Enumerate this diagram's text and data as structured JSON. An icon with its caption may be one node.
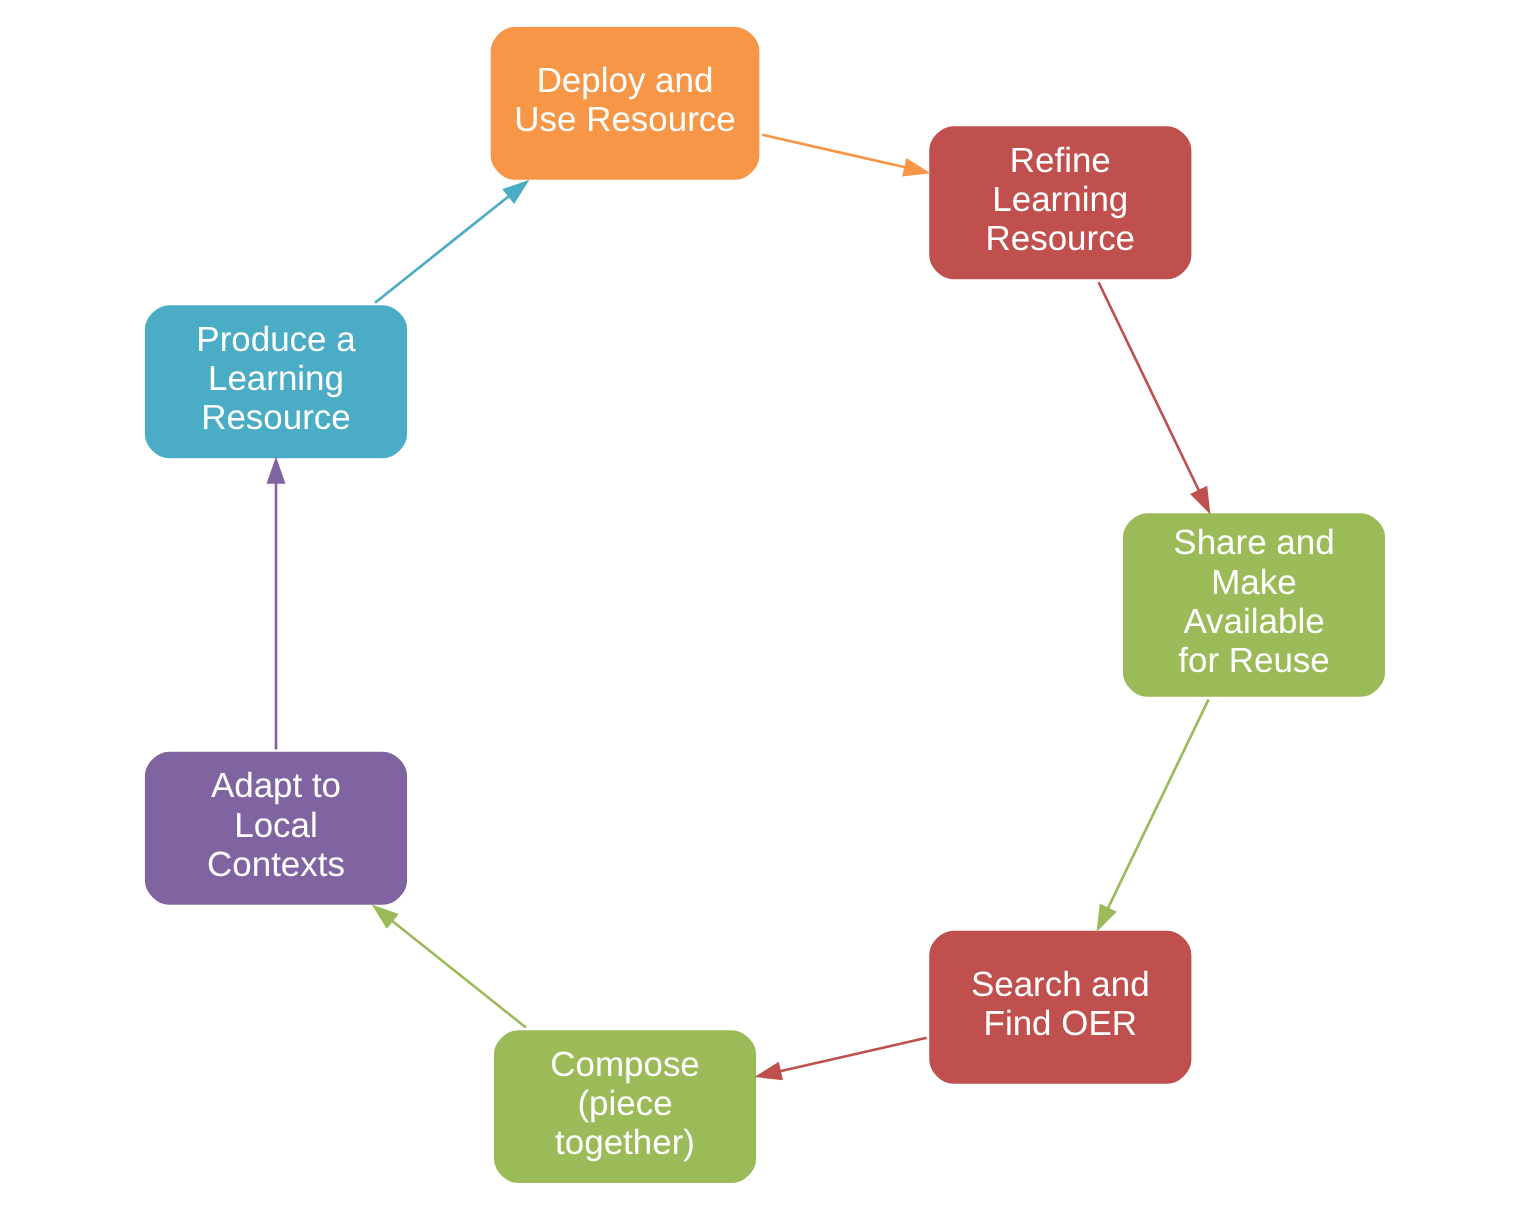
{
  "diagram": {
    "nodes": [
      {
        "text": [
          "Search and Find OER"
        ]
      },
      {
        "text": [
          "Compose (piece together)"
        ]
      },
      {
        "text": [
          "Adapt to Local Contexts"
        ]
      },
      {
        "text": [
          "Produce a Learning Resource"
        ]
      },
      {
        "text": [
          "Deploy and Use Resource"
        ]
      },
      {
        "text": [
          "Refine Learning Resource"
        ]
      },
      {
        "text": [
          "Share and Make Available for Reuse"
        ]
      }
    ],
    "edges": [
      {
        "from": 0,
        "to": 1,
        "arrow": "to",
        "color": "#c0504d"
      },
      {
        "from": 1,
        "to": 2,
        "arrow": "to",
        "color": "#9bbb59"
      },
      {
        "from": 2,
        "to": 3,
        "arrow": "to",
        "color": "#8064a2"
      },
      {
        "from": 3,
        "to": 4,
        "arrow": "to",
        "color": "#4bacc6"
      },
      {
        "from": 4,
        "to": 5,
        "arrow": "to",
        "color": "#f79646"
      },
      {
        "from": 5,
        "to": 6,
        "arrow": "to",
        "color": "#c0504d"
      },
      {
        "from": 6,
        "to": 0,
        "arrow": "to",
        "color": "#9bbb59"
      }
    ]
  }
}
